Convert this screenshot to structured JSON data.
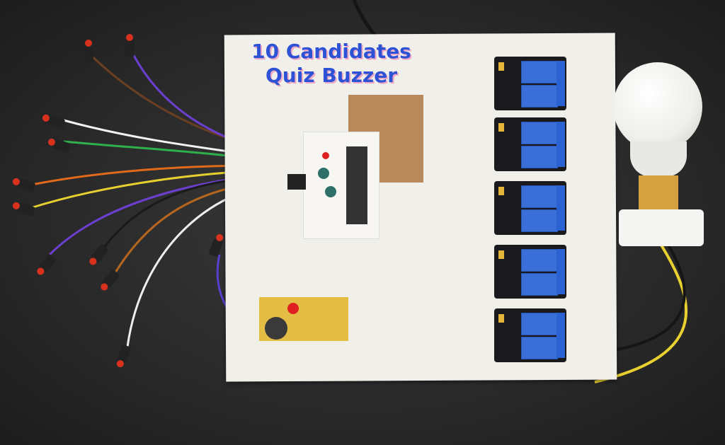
{
  "image": {
    "caption_title": {
      "line1": "10 Candidates",
      "line2": "Quiz Buzzer"
    },
    "title_color": "#2d52d6",
    "title_shadow_color": "#f0a9c4",
    "scene": {
      "background": "dark table surface",
      "main_board": "white foam board",
      "components": [
        {
          "name": "push-buttons",
          "count": 10,
          "color": "#d8321f"
        },
        {
          "name": "microcontroller-pcb",
          "count": 1
        },
        {
          "name": "relay-modules",
          "count": 5,
          "color": "#3a6fd8"
        },
        {
          "name": "buzzer-pcb",
          "count": 1,
          "color": "#e4bd44"
        },
        {
          "name": "led-bulb",
          "count": 1
        },
        {
          "name": "dc-power-jack",
          "count": 1
        }
      ]
    }
  }
}
